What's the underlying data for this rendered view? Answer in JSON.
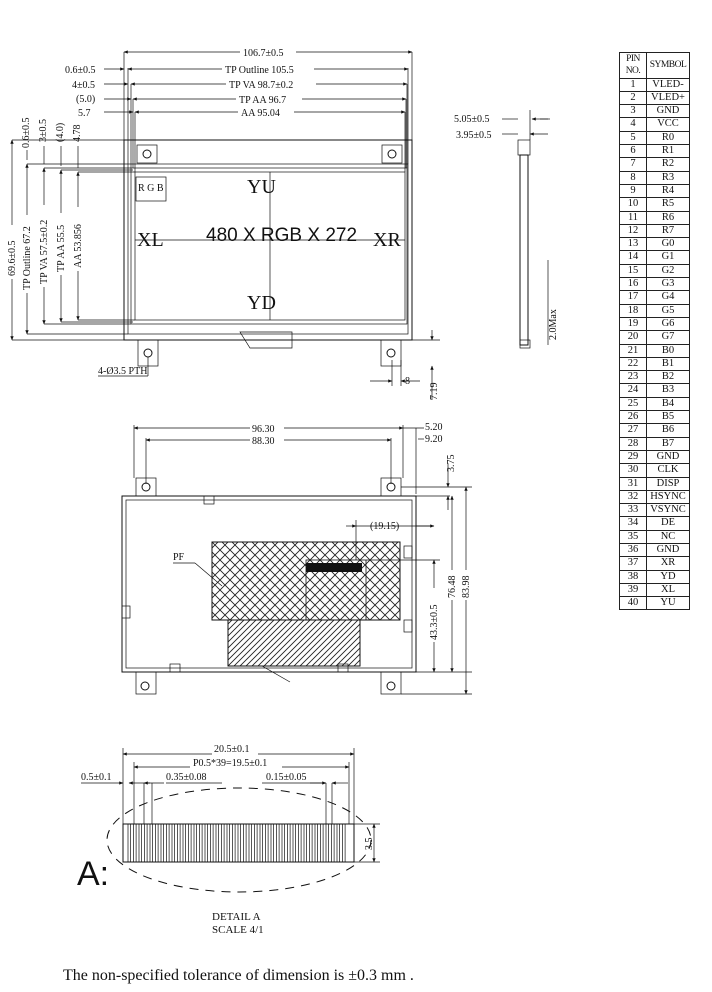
{
  "top_view": {
    "dims_top": [
      "106.7±0.5",
      "TP Outline 105.5",
      "TP VA 98.7±0.2",
      "TP AA 96.7",
      "AA 95.04"
    ],
    "dims_left_top": [
      "0.6±0.5",
      "4±0.5",
      "(5.0)",
      "5.7"
    ],
    "dims_vertical": [
      "0.6±0.5",
      "3±0.5",
      "(4.0)",
      "4.78"
    ],
    "dims_left_side": [
      "69.6±0.5",
      "TP Outline 67.2",
      "TP VA 57.5±0.2",
      "TP AA 55.5",
      "AA 53.856"
    ],
    "rgb_label": "R G B",
    "yu": "YU",
    "yd": "YD",
    "xl": "XL",
    "xr": "XR",
    "resolution": "480 X RGB X 272",
    "hole_note": "4-Ø3.5 PTH",
    "dim_8": "8",
    "dim_7_19": "7.19"
  },
  "side_view": {
    "dim_1": "5.05±0.5",
    "dim_2": "3.95±0.5",
    "dim_max": "2.0Max"
  },
  "back_view": {
    "dim_96": "96.30",
    "dim_88": "88.30",
    "dim_5_20": "5.20",
    "dim_9_20": "9.20",
    "dim_3_75": "3.75",
    "dim_19_15": "(19.15)",
    "pf": "PF",
    "dim_43": "43.3±0.5",
    "dim_76": "76.48",
    "dim_83": "83.98"
  },
  "detail": {
    "dim_20_5": "20.5±0.1",
    "dim_pitch": "P0.5*39=19.5±0.1",
    "dim_0_5": "0.5±0.1",
    "dim_0_35": "0.35±0.08",
    "dim_0_15": "0.15±0.05",
    "dim_3_5": "3.5",
    "letter": "A:",
    "title": "DETAIL A",
    "scale": "SCALE 4/1"
  },
  "pin_table": {
    "headers": [
      "PIN NO.",
      "SYMBOL"
    ],
    "rows": [
      [
        "1",
        "VLED-"
      ],
      [
        "2",
        "VLED+"
      ],
      [
        "3",
        "GND"
      ],
      [
        "4",
        "VCC"
      ],
      [
        "5",
        "R0"
      ],
      [
        "6",
        "R1"
      ],
      [
        "7",
        "R2"
      ],
      [
        "8",
        "R3"
      ],
      [
        "9",
        "R4"
      ],
      [
        "10",
        "R5"
      ],
      [
        "11",
        "R6"
      ],
      [
        "12",
        "R7"
      ],
      [
        "13",
        "G0"
      ],
      [
        "14",
        "G1"
      ],
      [
        "15",
        "G2"
      ],
      [
        "16",
        "G3"
      ],
      [
        "17",
        "G4"
      ],
      [
        "18",
        "G5"
      ],
      [
        "19",
        "G6"
      ],
      [
        "20",
        "G7"
      ],
      [
        "21",
        "B0"
      ],
      [
        "22",
        "B1"
      ],
      [
        "23",
        "B2"
      ],
      [
        "24",
        "B3"
      ],
      [
        "25",
        "B4"
      ],
      [
        "26",
        "B5"
      ],
      [
        "27",
        "B6"
      ],
      [
        "28",
        "B7"
      ],
      [
        "29",
        "GND"
      ],
      [
        "30",
        "CLK"
      ],
      [
        "31",
        "DISP"
      ],
      [
        "32",
        "HSYNC"
      ],
      [
        "33",
        "VSYNC"
      ],
      [
        "34",
        "DE"
      ],
      [
        "35",
        "NC"
      ],
      [
        "36",
        "GND"
      ],
      [
        "37",
        "XR"
      ],
      [
        "38",
        "YD"
      ],
      [
        "39",
        "XL"
      ],
      [
        "40",
        "YU"
      ]
    ]
  },
  "note": "The non-specified tolerance of dimension is ±0.3 mm ."
}
